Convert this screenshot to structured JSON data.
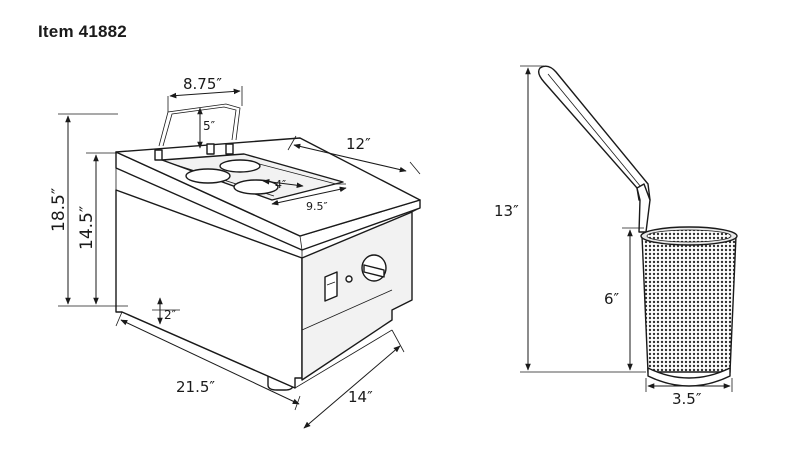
{
  "item_title": "Item 41882",
  "dimensions": {
    "lid_width": "8.75″",
    "lid_height": "5″",
    "depth_top": "12″",
    "basket_opening": "4″",
    "well_width": "9.5″",
    "overall_height": "18.5″",
    "body_height": "14.5″",
    "leg_height": "2″",
    "overall_width": "21.5″",
    "overall_depth": "14″",
    "basket_total_height": "13″",
    "basket_height": "6″",
    "basket_diameter": "3.5″"
  }
}
